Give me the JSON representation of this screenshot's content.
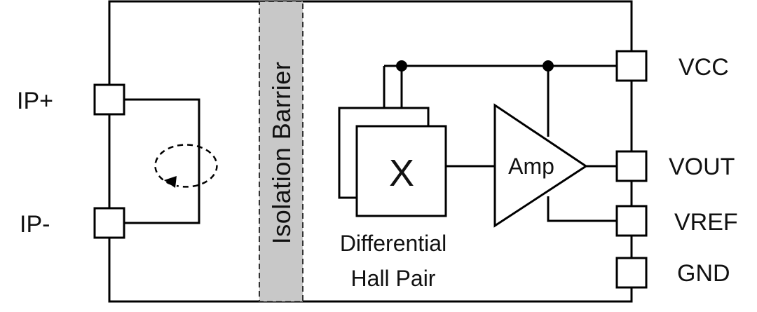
{
  "pins": {
    "ip_plus": "IP+",
    "ip_minus": "IP-",
    "vcc": "VCC",
    "vout": "VOUT",
    "vref": "VREF",
    "gnd": "GND"
  },
  "barrier": {
    "label": "Isolation Barrier",
    "fill_color": "#c8c8c8"
  },
  "hall": {
    "symbol": "X",
    "label_line1": "Differential",
    "label_line2": "Hall Pair"
  },
  "amp": {
    "label": "Amp"
  },
  "icons": {
    "current_loop": "dashed-circular-arrow-icon"
  }
}
